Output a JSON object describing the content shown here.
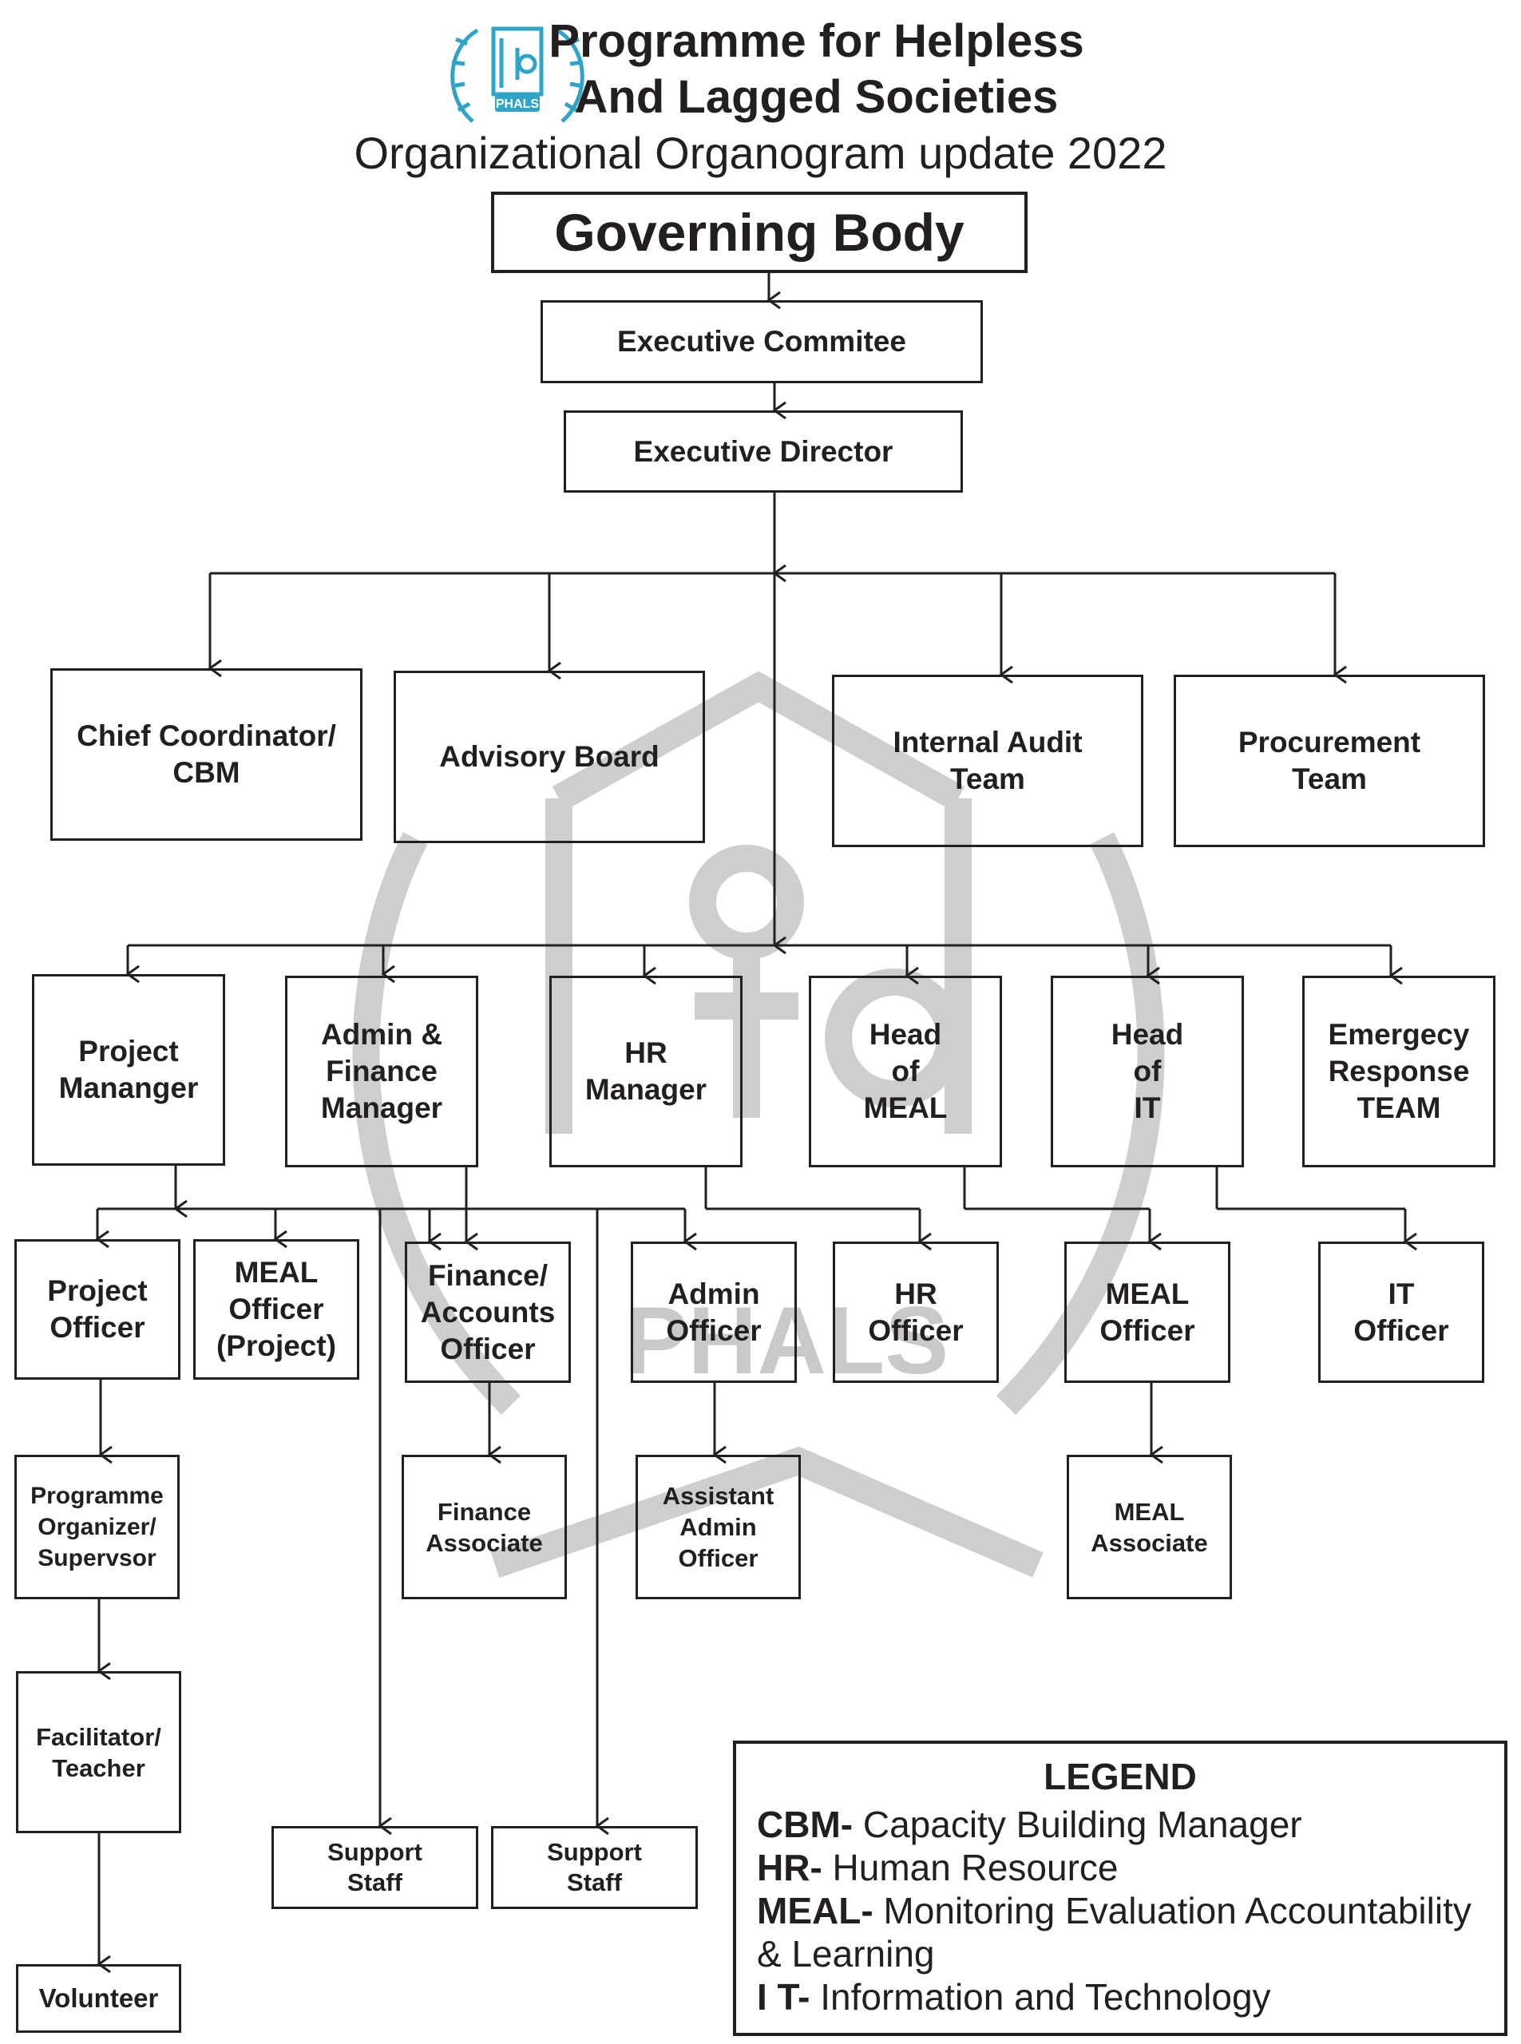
{
  "header": {
    "org_name_line1": "Programme for Helpless",
    "org_name_line2": "And Lagged Societies",
    "subtitle": "Organizational Organogram update 2022",
    "logo_text": "PHALS",
    "watermark_text": "PHALS"
  },
  "nodes": {
    "governing_body": "Governing  Body",
    "executive_committee": "Executive Commitee",
    "executive_director": "Executive Director",
    "chief_coordinator": "Chief Coordinator/\nCBM",
    "advisory_board": "Advisory Board",
    "internal_audit": "Internal Audit\nTeam",
    "procurement": "Procurement\nTeam",
    "project_manager": "Project\nMananger",
    "admin_finance_manager": "Admin &\nFinance\nManager",
    "hr_manager": "HR\nManager",
    "head_meal": "Head\nof\nMEAL",
    "head_it": "Head\nof\nIT",
    "emergency_response": "Emergecy\nResponse\nTEAM",
    "project_officer": "Project\nOfficer",
    "meal_officer_project": "MEAL\nOfficer\n(Project)",
    "finance_accounts_officer": "Finance/\nAccounts\nOfficer",
    "admin_officer": "Admin\nOfficer",
    "hr_officer": "HR\nOfficer",
    "meal_officer": "MEAL\nOfficer",
    "it_officer": "IT\nOfficer",
    "programme_organizer": "Programme\nOrganizer/\nSupervsor",
    "finance_associate": "Finance\nAssociate",
    "assistant_admin_officer": "Assistant\nAdmin\nOfficer",
    "meal_associate": "MEAL\nAssociate",
    "facilitator_teacher": "Facilitator/\nTeacher",
    "volunteer": "Volunteer",
    "support_staff_1": "Support\nStaff",
    "support_staff_2": "Support\nStaff"
  },
  "legend": {
    "title": "LEGEND",
    "items": [
      {
        "abbr": "CBM-",
        "text": " Capacity Building Manager"
      },
      {
        "abbr": "HR-",
        "text": " Human Resource"
      },
      {
        "abbr": "MEAL-",
        "text": " Monitoring Evaluation Accountability & Learning"
      },
      {
        "abbr": "I T-",
        "text": " Information and Technology"
      }
    ]
  },
  "colors": {
    "line": "#231f20",
    "text": "#231f20",
    "logo": "#2fa4c7",
    "watermark": "#c9c9c9"
  }
}
